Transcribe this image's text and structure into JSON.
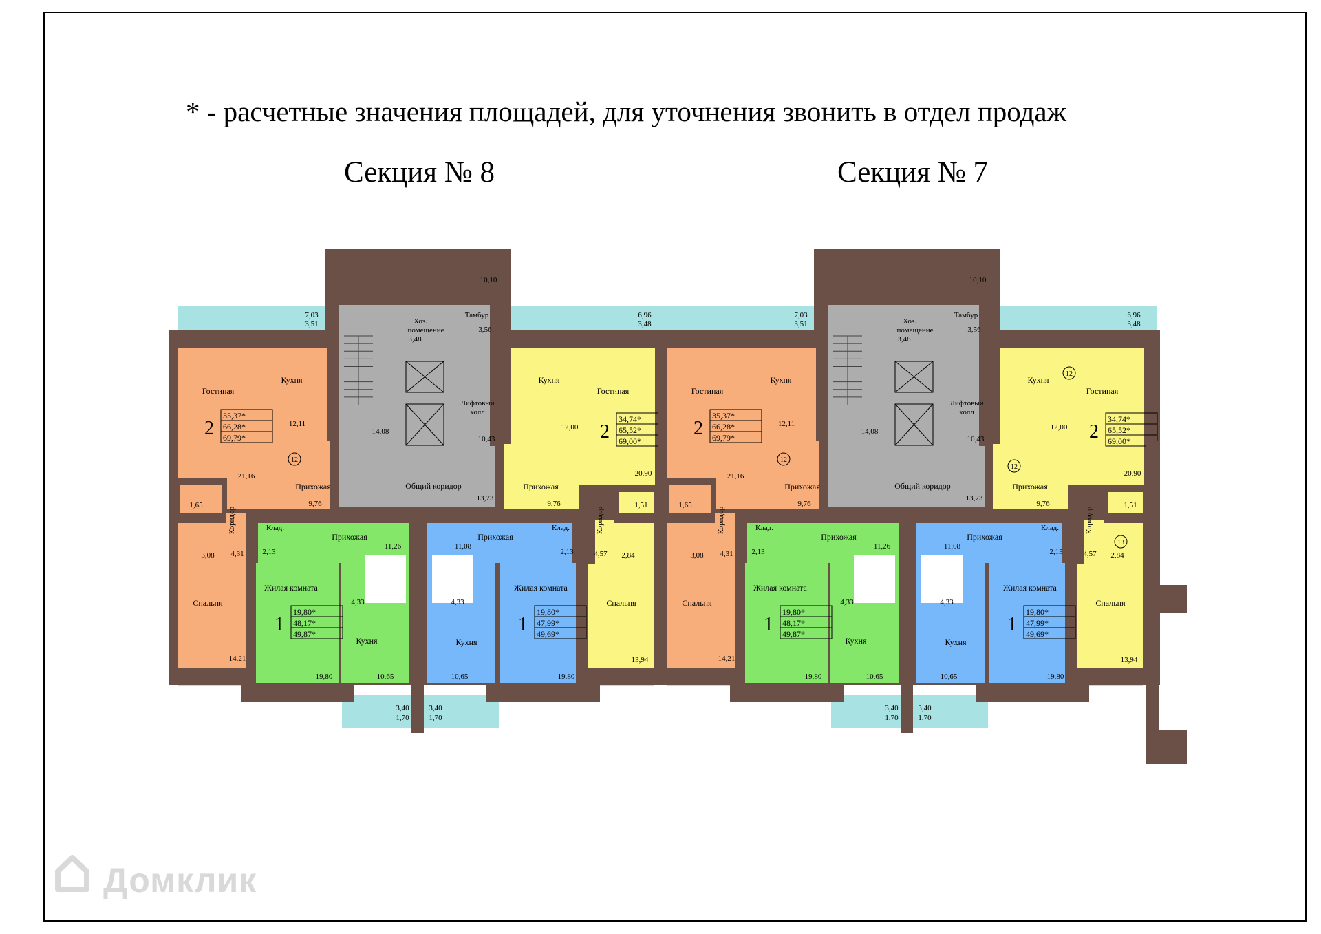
{
  "header": {
    "note": "* -  расчетные значения площадей, для уточнения звонить в отдел продаж",
    "section_left": "Секция № 8",
    "section_right": "Секция № 7"
  },
  "colors": {
    "wall": "#6b5048",
    "balcony": "#a8e2e2",
    "stair": "#adadad",
    "orange_apartment": "#f8ae7a",
    "yellow_apartment": "#fbf683",
    "green_apartment": "#84e76a",
    "blue_apartment": "#77b8fb"
  },
  "labels": {
    "living_room": "Гостиная",
    "kitchen": "Кухня",
    "hall": "Прихожая",
    "bedroom": "Спальня",
    "corridor": "Коридор",
    "storage": "Клад.",
    "living_room_1": "Жилая комната",
    "utility": "Хоз.",
    "utility_2": "помещение",
    "vestibule": "Тамбур",
    "lift_hall_1": "Лифтовый",
    "lift_hall_2": "холл",
    "common_corridor": "Общий коридор",
    "feature_12": "12",
    "feature_13": "13"
  },
  "sections": [
    {
      "name": "Секция № 8",
      "apartments": [
        {
          "rooms": "2",
          "areas": [
            "35,37*",
            "66,28*",
            "69,79*"
          ]
        },
        {
          "rooms": "2",
          "areas": [
            "34,74*",
            "65,52*",
            "69,00*"
          ]
        },
        {
          "rooms": "1",
          "areas": [
            "19,80*",
            "48,17*",
            "49,87*"
          ]
        },
        {
          "rooms": "1",
          "areas": [
            "19,80*",
            "47,99*",
            "49,69*"
          ]
        }
      ],
      "room_areas": {
        "bal_top_left": [
          "7,03",
          "3,51"
        ],
        "bal_top_center": "10,10",
        "bal_top_right": [
          "6,96",
          "3,48"
        ],
        "utility": "3,48",
        "vestibule": "3,56",
        "stair": "14,08",
        "lift_hall": "10,43",
        "common_corridor": "13,73",
        "o_kitchen": "12,11",
        "o_hall": "21,16",
        "o_hall2": "9,76",
        "o_wc": "1,65",
        "o_bath": "3,08",
        "o_corr": "4,31",
        "o_bed": "14,21",
        "y_kitchen": "12,00",
        "y_living": "20,90",
        "y_hall": "9,76",
        "y_wc": "1,51",
        "y_corr": "4,57",
        "y_bath": "2,84",
        "y_bed": "13,94",
        "g_storage": "2,13",
        "g_hall": "11,26",
        "g_bath": "4,33",
        "g_room": "19,80",
        "g_kitchen": "10,65",
        "b_hall": "11,08",
        "b_storage": "2,13",
        "b_bath": "4,33",
        "b_kitchen": "10,65",
        "b_room": "19,80",
        "bal_bottom_left": [
          "3,40",
          "1,70"
        ],
        "bal_bottom_right": [
          "3,40",
          "1,70"
        ]
      }
    },
    {
      "name": "Секция № 7",
      "apartments": [
        {
          "rooms": "2",
          "areas": [
            "35,37*",
            "66,28*",
            "69,79*"
          ]
        },
        {
          "rooms": "2",
          "areas": [
            "34,74*",
            "65,52*",
            "69,00*"
          ]
        },
        {
          "rooms": "1",
          "areas": [
            "19,80*",
            "48,17*",
            "49,87*"
          ]
        },
        {
          "rooms": "1",
          "areas": [
            "19,80*",
            "47,99*",
            "49,69*"
          ]
        }
      ],
      "room_areas": {
        "bal_top_left": [
          "7,03",
          "3,51"
        ],
        "bal_top_center": "10,10",
        "bal_top_right": [
          "6,96",
          "3,48"
        ],
        "utility": "3,48",
        "vestibule": "3,56",
        "stair": "14,08",
        "lift_hall": "10,43",
        "common_corridor": "13,73",
        "o_kitchen": "12,11",
        "o_hall": "21,16",
        "o_hall2": "9,76",
        "o_wc": "1,65",
        "o_bath": "3,08",
        "o_corr": "4,31",
        "o_bed": "14,21",
        "y_kitchen": "12,00",
        "y_living": "20,90",
        "y_hall": "9,76",
        "y_wc": "1,51",
        "y_corr": "4,57",
        "y_bath": "2,84",
        "y_bed": "13,94",
        "g_storage": "2,13",
        "g_hall": "11,26",
        "g_bath": "4,33",
        "g_room": "19,80",
        "g_kitchen": "10,65",
        "b_hall": "11,08",
        "b_storage": "2,13",
        "b_bath": "4,33",
        "b_kitchen": "10,65",
        "b_room": "19,80",
        "bal_bottom_left": [
          "3,40",
          "1,70"
        ],
        "bal_bottom_right": [
          "3,40",
          "1,70"
        ]
      }
    }
  ],
  "watermark": "Домклик"
}
